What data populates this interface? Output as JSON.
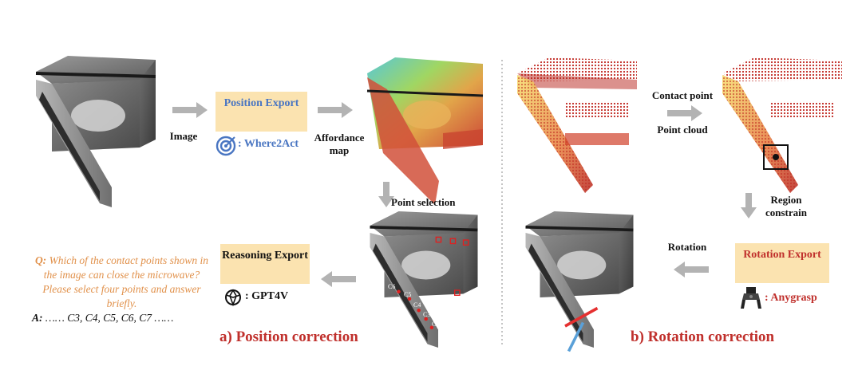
{
  "labels": {
    "image": "Image",
    "affordance_map": "Affordance map",
    "point_selection": "Point selection",
    "contact_point": "Contact point",
    "point_cloud": "Point cloud",
    "region_constrain": "Region constrain",
    "rotation": "Rotation"
  },
  "boxes": {
    "position_export": "Position Export",
    "reasoning_export": "Reasoning Export",
    "rotation_export": "Rotation Export"
  },
  "tools": {
    "where2act": ": Where2Act",
    "gpt4v": ": GPT4V",
    "anygrasp": ": Anygrasp"
  },
  "captions": {
    "position_correction": "a) Position correction",
    "rotation_correction": "b) Rotation correction"
  },
  "qa": {
    "question_prefix": "Q:",
    "question": "Which of the contact points shown in the image can close the microwave? Please select four points and answer briefly.",
    "answer_prefix": "A:",
    "answer": "…… C3, C4, C5, C6, C7 ……"
  },
  "point_labels": [
    "C6",
    "C5",
    "C4",
    "C3",
    "C7"
  ],
  "colors": {
    "box_fill": "#fbe3b0",
    "blue_text": "#4a76c2",
    "red_text": "#c0302c",
    "question_text": "#e1914b",
    "arrow": "#b3b3b3"
  }
}
